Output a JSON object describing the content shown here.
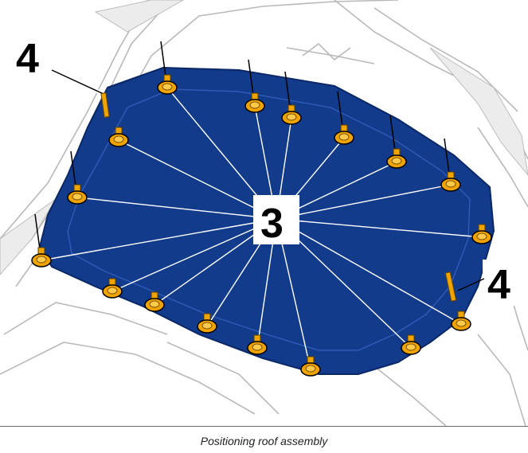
{
  "diagram": {
    "callouts": {
      "center_label": "3",
      "left_top_label": "4",
      "right_label": "4"
    },
    "colors": {
      "roof_panel": "#123b8c",
      "screw": "#f0a400",
      "line": "#ffffff",
      "frame": "#c8c8c8"
    }
  },
  "caption": "Positioning roof assembly"
}
